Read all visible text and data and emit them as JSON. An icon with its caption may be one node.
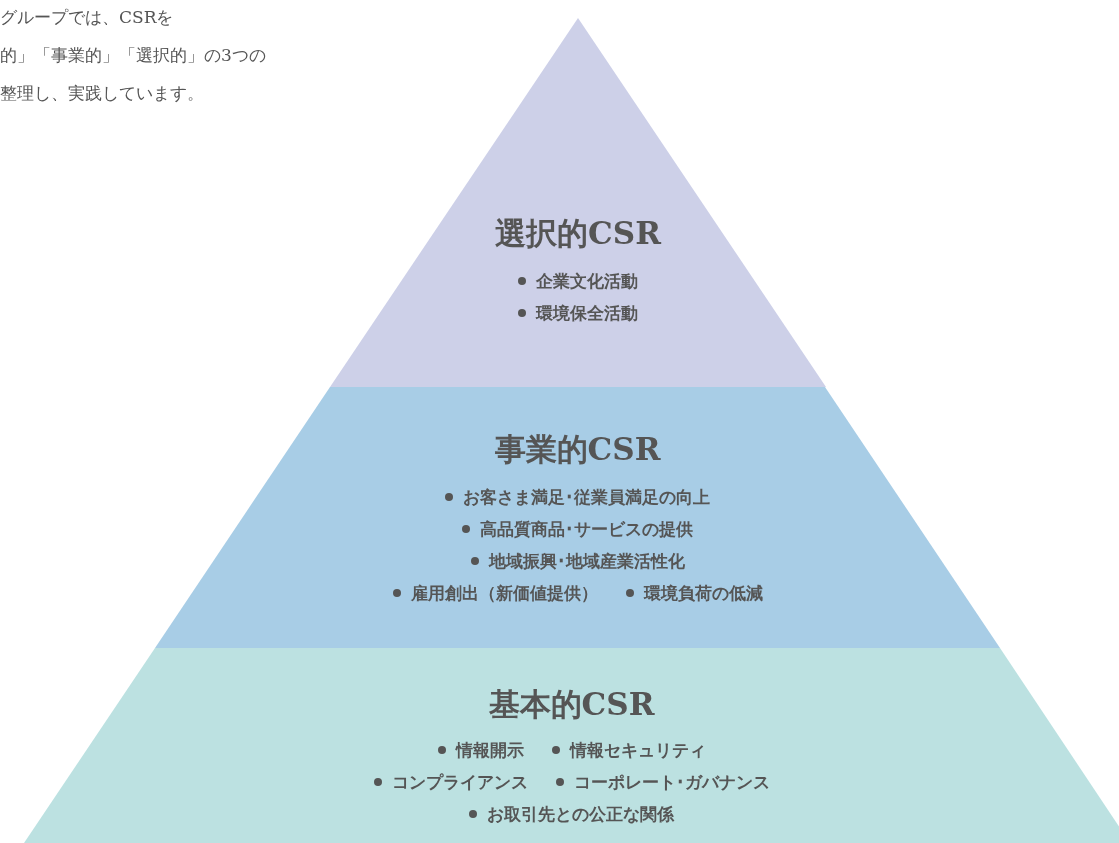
{
  "diagram": {
    "nodes": [
      {
        "text": [
          "選択的CSR",
          "企業文化活動",
          "環境保全活動"
        ]
      },
      {
        "text": [
          "事業的CSR",
          "お客さま満足･従業員満足の向上",
          "高品質商品･サービスの提供",
          "地域振興･地域産業活性化",
          "雇用創出（新価値提供）",
          "環境負荷の低減"
        ]
      },
      {
        "text": [
          "基本的CSR",
          "情報開示",
          "情報セキュリティ",
          "コンプライアンス",
          "コーポレート･ガバナンス",
          "お取引先との公正な関係"
        ]
      }
    ],
    "edges": [],
    "labels": [
      "グループでは、CSRを",
      "的」「事業的」「選択的」の3つの",
      "整理し、実践しています。"
    ]
  }
}
